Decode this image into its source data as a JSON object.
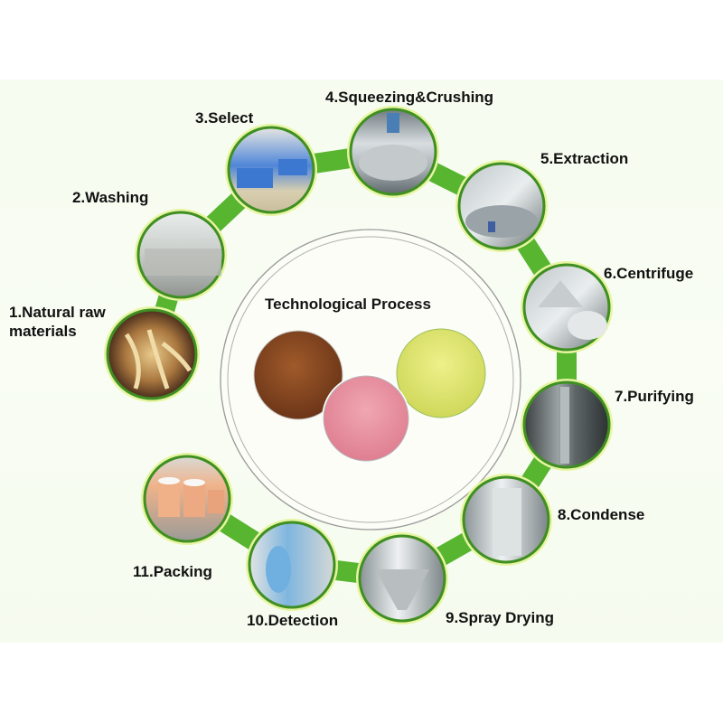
{
  "title": "Technological Process",
  "colors": {
    "connector_green": "#58b52f",
    "circle_border": "#3f8f22",
    "circle_glow": "#e6f5a0",
    "ring_stroke": "#9a9a9a",
    "background": "#f7fcf0"
  },
  "steps": [
    {
      "number": 1,
      "label": "1.Natural raw materials",
      "line1": "1.Natural raw",
      "line2": "materials",
      "image": "ginseng-roots"
    },
    {
      "number": 2,
      "label": "2.Washing",
      "image": "washing-machine"
    },
    {
      "number": 3,
      "label": "3.Select",
      "image": "worker-sorting-blue-crates"
    },
    {
      "number": 4,
      "label": "4.Squeezing&Crushing",
      "image": "steel-crushing-tank"
    },
    {
      "number": 5,
      "label": "5.Extraction",
      "image": "extraction-tank"
    },
    {
      "number": 6,
      "label": "6.Centrifuge",
      "image": "centrifuge-machine"
    },
    {
      "number": 7,
      "label": "7.Purifying",
      "image": "purification-columns"
    },
    {
      "number": 8,
      "label": "8.Condense",
      "image": "condenser-tank"
    },
    {
      "number": 9,
      "label": "9.Spray Drying",
      "image": "spray-dryer"
    },
    {
      "number": 10,
      "label": "10.Detection",
      "image": "lab-technician"
    },
    {
      "number": 11,
      "label": "11.Packing",
      "image": "fiber-drums"
    }
  ],
  "center_powders": [
    {
      "name": "brown-powder",
      "color": "#8a4a22"
    },
    {
      "name": "pink-powder",
      "color": "#e58a9a"
    },
    {
      "name": "yellow-powder",
      "color": "#dbe36a"
    }
  ]
}
